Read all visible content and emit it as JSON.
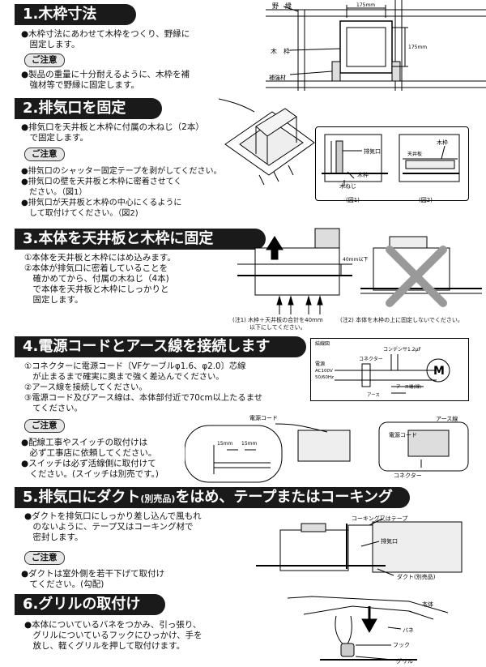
{
  "s1": {
    "title": "1.木枠寸法",
    "b1": "●木枠寸法にあわせて木枠をつくり、野縁に\n　固定します。",
    "note": "ご注意",
    "b2": "●製品の重量に十分耐えるように、木枠を補\n　強材等で野縁に固定します。",
    "fig": {
      "nobuchi": "野　縁",
      "mokuwaku": "木　枠",
      "hokyouzai": "補強材",
      "dim1": "175mm",
      "dim2": "175mm"
    }
  },
  "s2": {
    "title": "2.排気口を固定",
    "b1": "●排気口を天井板と木枠に付属の木ねじ（2本）\n　で固定します。",
    "note": "ご注意",
    "b2": "●排気口のシャッター固定テープを剥がしてください。\n●排気口の壁を天井板と木枠に密着させてく\n　ださい。（図1）\n●排気口が天井板と木枠の中心にくるように\n　して取付けてください。（図2)",
    "fig": {
      "haikiko": "排気口",
      "mokuwaku": "木枠",
      "mokuneji": "木ねじ",
      "mokuwaku2": "木枠",
      "tenjoita": "天井板",
      "zu1": "(図1)",
      "zu2": "(図2)"
    }
  },
  "s3": {
    "title": "3.本体を天井板と木枠に固定",
    "b1": "①本体を天井板と木枠にはめ込みます。\n②本体が排気口に密着していることを\n　確かめてから、付属の木ねじ（4本)\n　で本体を天井板と木枠にしっかりと\n　固定します。",
    "fig": {
      "dim": "40mm以下",
      "cap1": "(注1) 木枠＋天井板の合計を40mm\n　　　以下にしてください。",
      "cap2": "(注2) 本体を木枠の上に固定しないでください。"
    }
  },
  "s4": {
    "title": "4.電源コードとアース線を接続します",
    "b1": "①コネクターに電源コード〔VFケーブルφ1.6、φ2.0〕芯線\n　が止まるまで確実に奥まで強く差込んでください。\n②アース線を接続してください。\n③電源コード及びアース線は、本体部付近で70cm以上たるませ\n　てください。",
    "note": "ご注意",
    "b2": "●配線工事やスイッチの取付けは\n　必ず工事店に依頼してください。\n●スイッチは必ず活線側に取付けて\n　ください。(スイッチは別売です。)",
    "fig": {
      "wiring": "結線図",
      "condenser": "コンデンサ1.2μF",
      "connector": "コネクター",
      "power": "電源",
      "ac": "AC100V",
      "hz": "50/60Hz",
      "earth_term": "アース端(緑)",
      "earth": "アース",
      "motor": "M",
      "cord": "電源コード",
      "mm1": "15mm",
      "mm2": "15mm",
      "earth_wire": "アース線",
      "cord2": "電源コード",
      "connector2": "コネクター"
    }
  },
  "s5": {
    "title": "5.排気口にダクト",
    "title_small": "(別売品)",
    "title_rest": "をはめ、テープまたはコーキング",
    "b1": "●ダクトを排気口にしっかり差し込んで風もれ\n　のないように、テープ又はコーキング材で\n　密封します。",
    "note": "ご注意",
    "b2": "●ダクトは室外側を若干下げて取付け\n　てください。(勾配)",
    "fig": {
      "caulk": "コーキング又はテープ",
      "haikiko": "排気口",
      "duct": "ダクト(別売品)"
    }
  },
  "s6": {
    "title": "6.グリルの取付け",
    "b1": "●本体についているバネをつかみ、引っ張り、\n　グリルについているフックにひっかけ、手を\n　放し、軽くグリルを押して取付けます。",
    "fig": {
      "body": "本体",
      "spring": "バネ",
      "hook": "フック",
      "grill": "グリル"
    }
  }
}
